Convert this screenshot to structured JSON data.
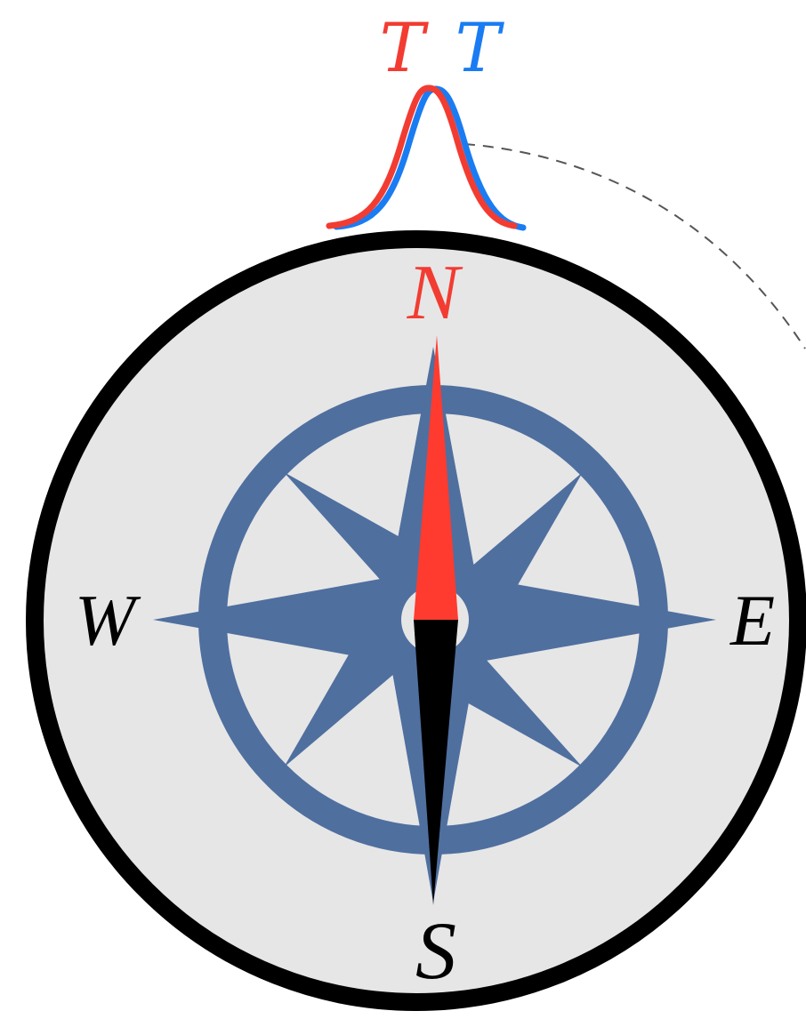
{
  "title_letters": [
    {
      "text": "T",
      "color": "#f23c32"
    },
    {
      "text": "T",
      "color": "#1a7cf2"
    }
  ],
  "directions": {
    "north": "N",
    "south": "S",
    "east": "E",
    "west": "W"
  },
  "colors": {
    "red": "#f23c32",
    "blue": "#1a7cf2",
    "rose": "#4f6f9f",
    "dial_face": "#e6e6e6",
    "rim": "#000000",
    "needle_north": "#ff3b2f",
    "needle_south": "#000000",
    "dashed_arc": "#555555"
  }
}
